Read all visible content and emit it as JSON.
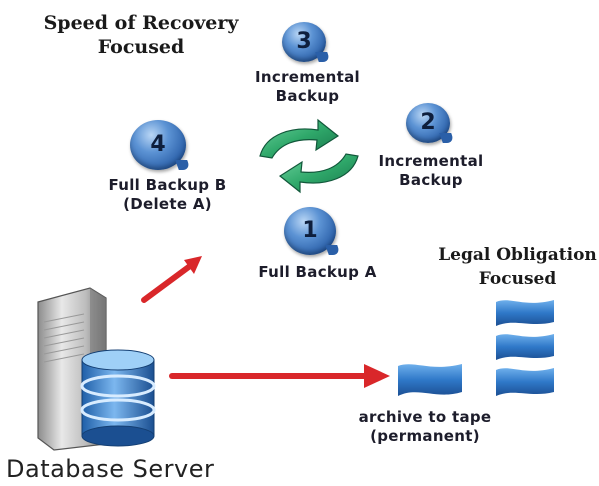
{
  "headings": {
    "recovery_line1": "Speed of Recovery",
    "recovery_line2": "Focused",
    "legal_line1": "Legal Obligation",
    "legal_line2": "Focused"
  },
  "steps": [
    {
      "number": "3",
      "line1": "Incremental",
      "line2": "Backup"
    },
    {
      "number": "2",
      "line1": "Incremental",
      "line2": "Backup"
    },
    {
      "number": "4",
      "line1": "Full Backup B",
      "line2": "(Delete A)"
    },
    {
      "number": "1",
      "line1": "Full Backup A",
      "line2": ""
    }
  ],
  "archive": {
    "line1": "archive to tape",
    "line2": "(permanent)"
  },
  "server": {
    "label": "Database Server"
  },
  "colors": {
    "arrow_red": "#d9272a",
    "cycle_green": "#2fa86a",
    "tape_blue": "#2f78c8",
    "bubble_blue": "#3a6fb8"
  }
}
